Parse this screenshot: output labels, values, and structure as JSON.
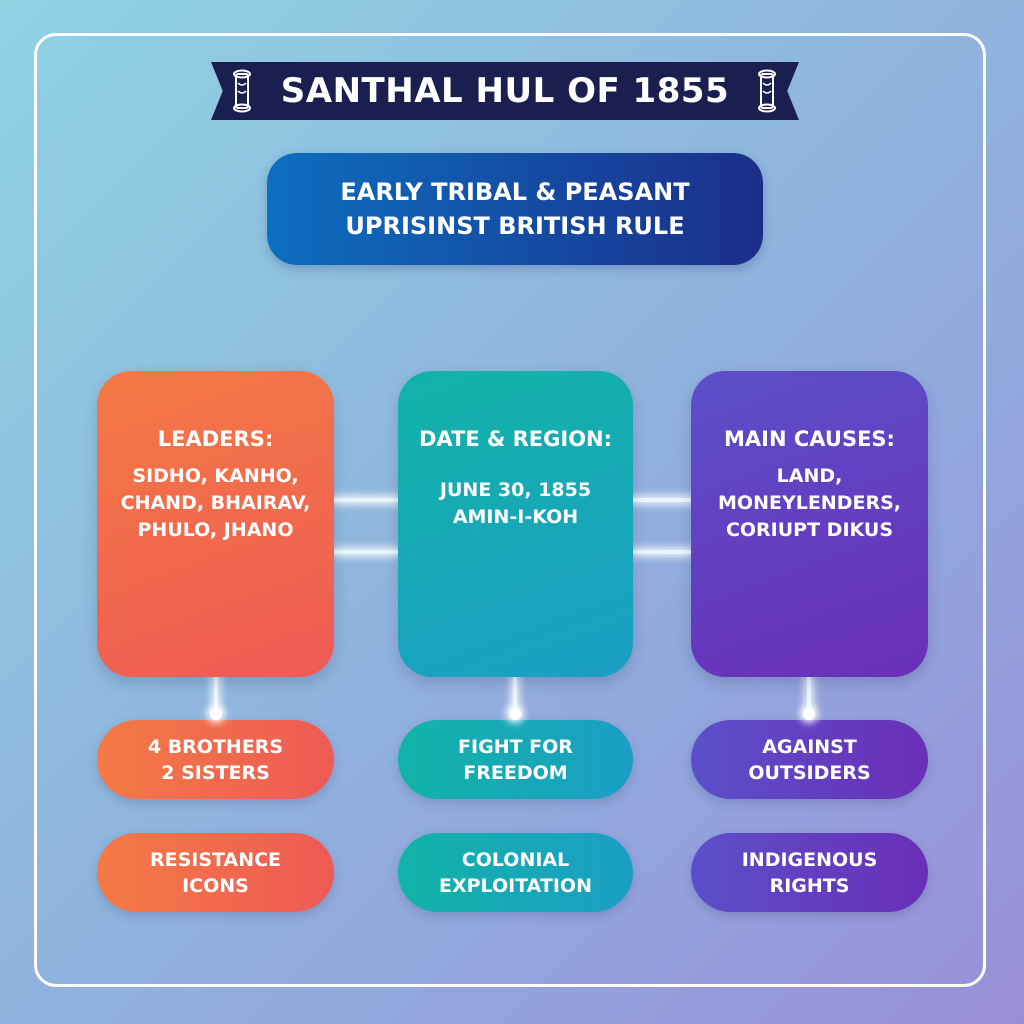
{
  "title": "SANTHAL HUL OF 1855",
  "subtitle": {
    "line1": "EARLY TRIBAL & PEASANT",
    "line2": "UPRISINST BRITISH RULE"
  },
  "columns": [
    {
      "heading": "LEADERS:",
      "body": [
        "SIDHO, KANHO,",
        "CHAND, BHAIRAV,",
        "PHULO, JHANO"
      ],
      "detail1": [
        "4 BROTHERS",
        "2 SISTERS"
      ],
      "detail2": [
        "RESISTANCE",
        "ICONS"
      ]
    },
    {
      "heading": "DATE & REGION:",
      "body": [
        "JUNE 30, 1855",
        "AMIN-I-KOH"
      ],
      "detail1": [
        "FIGHT FOR",
        "FREEDOM"
      ],
      "detail2": [
        "COLONIAL",
        "EXPLOITATION"
      ]
    },
    {
      "heading": "MAIN CAUSES:",
      "body": [
        "LAND,",
        "MONEYLENDERS,",
        "CORIUPT DIKUS"
      ],
      "detail1": [
        "AGAINST",
        "OUTSIDERS"
      ],
      "detail2": [
        "INDIGENOUS",
        "RIGHTS"
      ]
    }
  ],
  "colors": {
    "ribbon": "#1b1f4f",
    "orange": "#f47a45",
    "teal": "#12b3a8",
    "purple": "#5b4fc9",
    "subtitle": "#0d6fc0"
  },
  "icons": [
    "scroll-icon"
  ]
}
